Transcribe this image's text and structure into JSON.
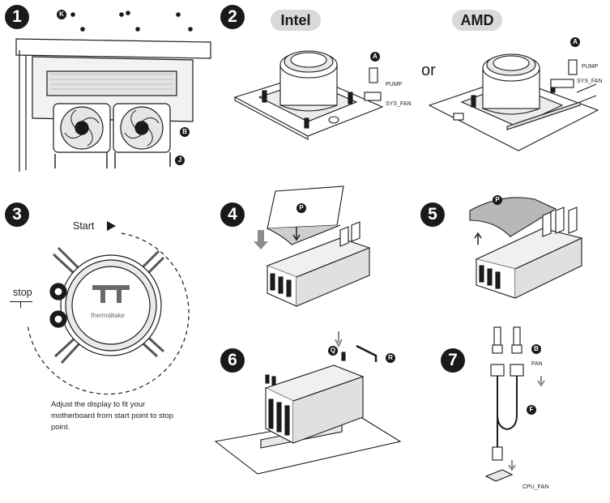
{
  "steps": [
    {
      "number": "1"
    },
    {
      "number": "2"
    },
    {
      "number": "3"
    },
    {
      "number": "4"
    },
    {
      "number": "5"
    },
    {
      "number": "6"
    },
    {
      "number": "7"
    }
  ],
  "step1": {
    "callout_k": "K",
    "callout_b": "B",
    "callout_j": "J"
  },
  "step2": {
    "intel_label": "Intel",
    "amd_label": "AMD",
    "or_label": "or",
    "callout_a": "A",
    "pump_label": "PUMP",
    "sys_fan_label": "SYS_FAN"
  },
  "step3": {
    "start_label": "Start",
    "stop_label": "stop",
    "brand_text": "thermaltake",
    "caption": "Adjust the display to fit your motherboard from start point to stop point."
  },
  "step4": {
    "callout_p": "P"
  },
  "step5": {
    "callout_p": "P"
  },
  "step6": {
    "callout_q": "Q",
    "callout_r": "R"
  },
  "step7": {
    "callout_b": "B",
    "callout_f": "F",
    "fan_label": "FAN",
    "cpu_fan_label": "CPU_FAN"
  },
  "colors": {
    "ink": "#1a1a1a",
    "pill": "#d9d9d9",
    "arrow_gray": "#8c8c8c"
  }
}
